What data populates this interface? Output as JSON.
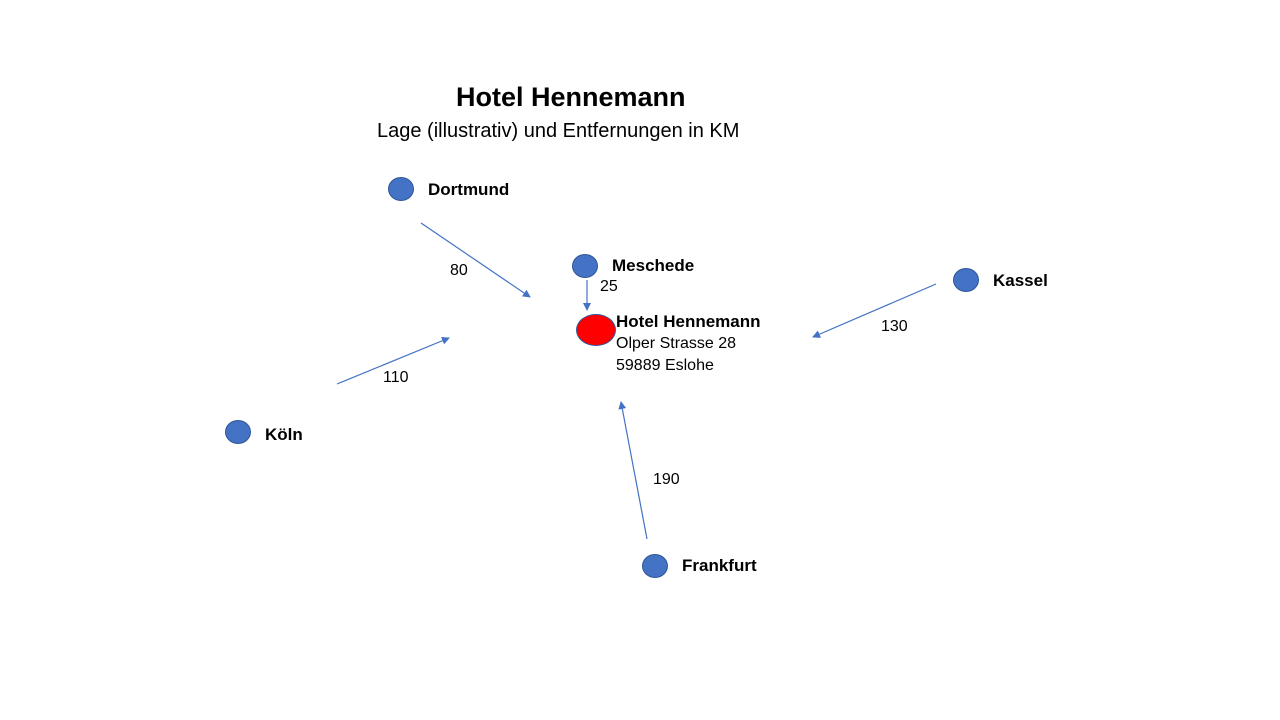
{
  "title": "Hotel Hennemann",
  "subtitle": "Lage (illustrativ) und Entfernungen in KM",
  "hotel": {
    "name": "Hotel Hennemann",
    "street": "Olper Strasse 28",
    "city": "59889 Eslohe",
    "marker_color": "#ff0000"
  },
  "city_color": "#4472c4",
  "arrow_color": "#4472c4",
  "cities": [
    {
      "name": "Dortmund",
      "distance": "80"
    },
    {
      "name": "Meschede",
      "distance": "25"
    },
    {
      "name": "Kassel",
      "distance": "130"
    },
    {
      "name": "Köln",
      "distance": "110"
    },
    {
      "name": "Frankfurt",
      "distance": "190"
    }
  ]
}
